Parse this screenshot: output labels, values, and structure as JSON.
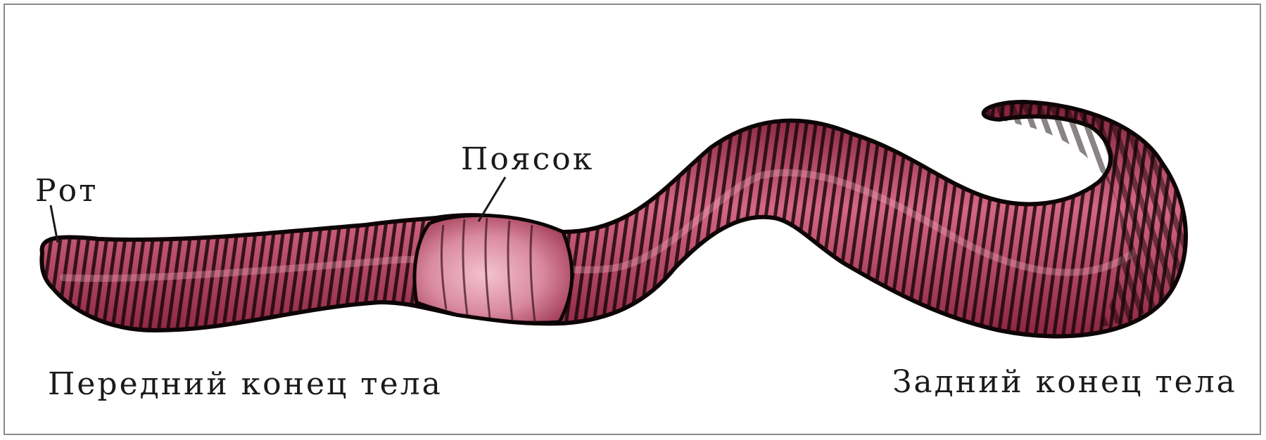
{
  "labels": {
    "mouth": "Рот",
    "clitellum": "Поясок",
    "front_end": "Передний конец тела",
    "back_end": "Задний конец тела"
  },
  "colors": {
    "body": "#a8334f",
    "body_light": "#dc7690",
    "clitellum": "#d98aa0",
    "outline": "#0c0506",
    "frame": "#8a8a8a"
  }
}
